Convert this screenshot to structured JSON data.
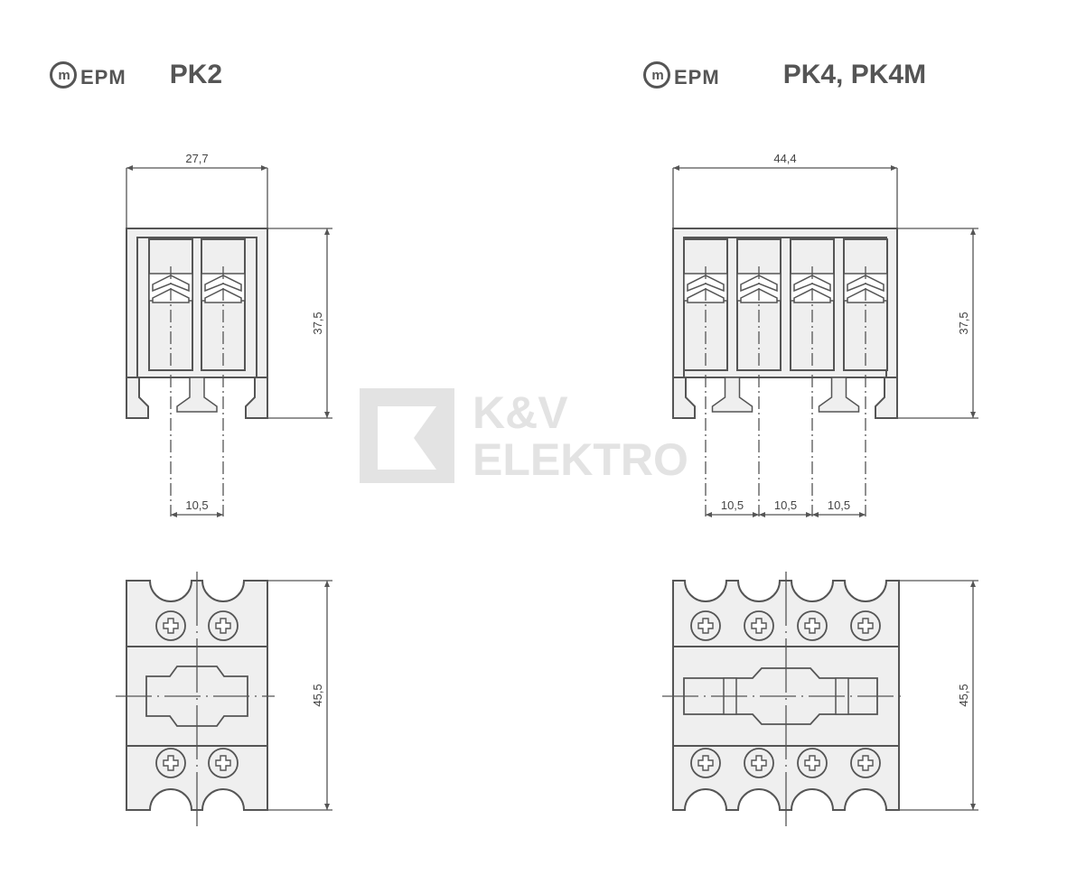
{
  "headers": [
    {
      "logo_text": "EPM",
      "logo_mark": "m",
      "model": "PK2"
    },
    {
      "logo_text": "EPM",
      "logo_mark": "m",
      "model": "PK4, PK4M"
    }
  ],
  "watermark": {
    "line1": "K&V",
    "line2": "ELEKTRO"
  },
  "dimensions": {
    "pk2": {
      "width": "27,7",
      "height": "37,5",
      "pitch": "10,5",
      "depth": "45,5"
    },
    "pk4": {
      "width": "44,4",
      "height": "37,5",
      "pitches": [
        "10,5",
        "10,5",
        "10,5"
      ],
      "depth": "45,5"
    }
  },
  "colors": {
    "line": "#555555",
    "fill": "#efefef",
    "watermark": "#e3e3e3"
  }
}
